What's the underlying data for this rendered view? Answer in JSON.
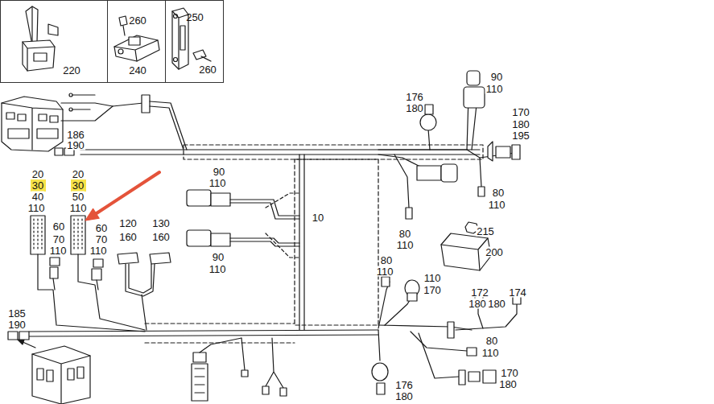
{
  "diagram": {
    "nodes": [
      {
        "text": [
          "220"
        ]
      },
      {
        "text": [
          "260",
          "240"
        ]
      },
      {
        "text": [
          "250",
          "260"
        ]
      },
      {
        "text": [
          "30"
        ]
      },
      {
        "text": [
          "30"
        ]
      }
    ],
    "labels": [
      "20",
      "40",
      "110",
      "20",
      "50",
      "110",
      "60",
      "70",
      "110",
      "60",
      "70",
      "110",
      "120",
      "160",
      "130",
      "160",
      "186",
      "190",
      "90",
      "110",
      "10",
      "90",
      "110",
      "176",
      "180",
      "90",
      "110",
      "170",
      "180",
      "195",
      "80",
      "110",
      "80",
      "110",
      "215",
      "200",
      "80",
      "110",
      "110",
      "170",
      "172",
      "180",
      "174",
      "180",
      "185",
      "190",
      "80",
      "110",
      "170",
      "180",
      "176",
      "180"
    ]
  }
}
